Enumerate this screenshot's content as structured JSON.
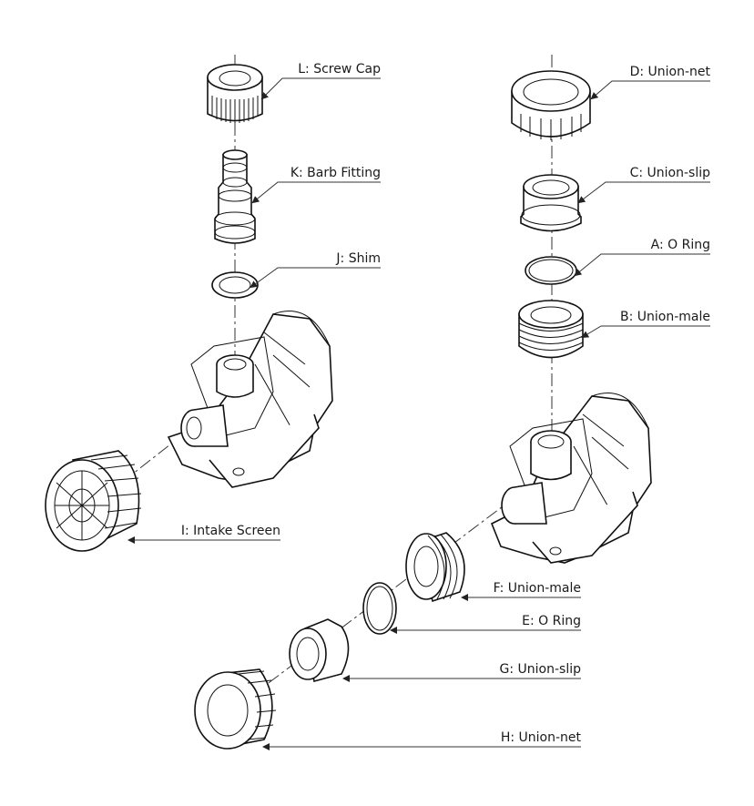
{
  "diagram": {
    "title": "Pump exploded parts diagram",
    "labels": {
      "L": "L: Screw Cap",
      "K": "K: Barb Fitting",
      "J": "J: Shim",
      "I": "I: Intake Screen",
      "D": "D: Union-net",
      "C": "C: Union-slip",
      "A": "A: O Ring",
      "B": "B: Union-male",
      "F": "F: Union-male",
      "E": "E: O Ring",
      "G": "G: Union-slip",
      "H": "H: Union-net"
    }
  }
}
